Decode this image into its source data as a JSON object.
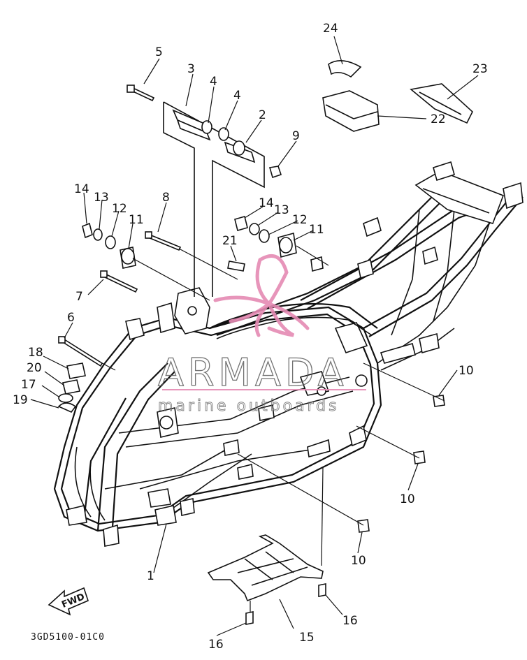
{
  "diagram": {
    "drawing_code": "3GD5100-01C0",
    "direction_label": "FWD",
    "watermark": {
      "brand": "ARMADA",
      "tagline": "marine outboards",
      "accent_color": "#e58ab3"
    },
    "callouts": [
      {
        "id": "c5",
        "label": "5"
      },
      {
        "id": "c3",
        "label": "3"
      },
      {
        "id": "c4a",
        "label": "4"
      },
      {
        "id": "c4b",
        "label": "4"
      },
      {
        "id": "c2",
        "label": "2"
      },
      {
        "id": "c9",
        "label": "9"
      },
      {
        "id": "c24",
        "label": "24"
      },
      {
        "id": "c23",
        "label": "23"
      },
      {
        "id": "c22",
        "label": "22"
      },
      {
        "id": "c14a",
        "label": "14"
      },
      {
        "id": "c13a",
        "label": "13"
      },
      {
        "id": "c12a",
        "label": "12"
      },
      {
        "id": "c11a",
        "label": "11"
      },
      {
        "id": "c8",
        "label": "8"
      },
      {
        "id": "c14b",
        "label": "14"
      },
      {
        "id": "c13b",
        "label": "13"
      },
      {
        "id": "c12b",
        "label": "12"
      },
      {
        "id": "c11b",
        "label": "11"
      },
      {
        "id": "c21",
        "label": "21"
      },
      {
        "id": "c7",
        "label": "7"
      },
      {
        "id": "c6",
        "label": "6"
      },
      {
        "id": "c18",
        "label": "18"
      },
      {
        "id": "c20",
        "label": "20"
      },
      {
        "id": "c17",
        "label": "17"
      },
      {
        "id": "c19",
        "label": "19"
      },
      {
        "id": "c10a",
        "label": "10"
      },
      {
        "id": "c10b",
        "label": "10"
      },
      {
        "id": "c10c",
        "label": "10"
      },
      {
        "id": "c1",
        "label": "1"
      },
      {
        "id": "c16a",
        "label": "16"
      },
      {
        "id": "c16b",
        "label": "16"
      },
      {
        "id": "c15",
        "label": "15"
      }
    ]
  }
}
